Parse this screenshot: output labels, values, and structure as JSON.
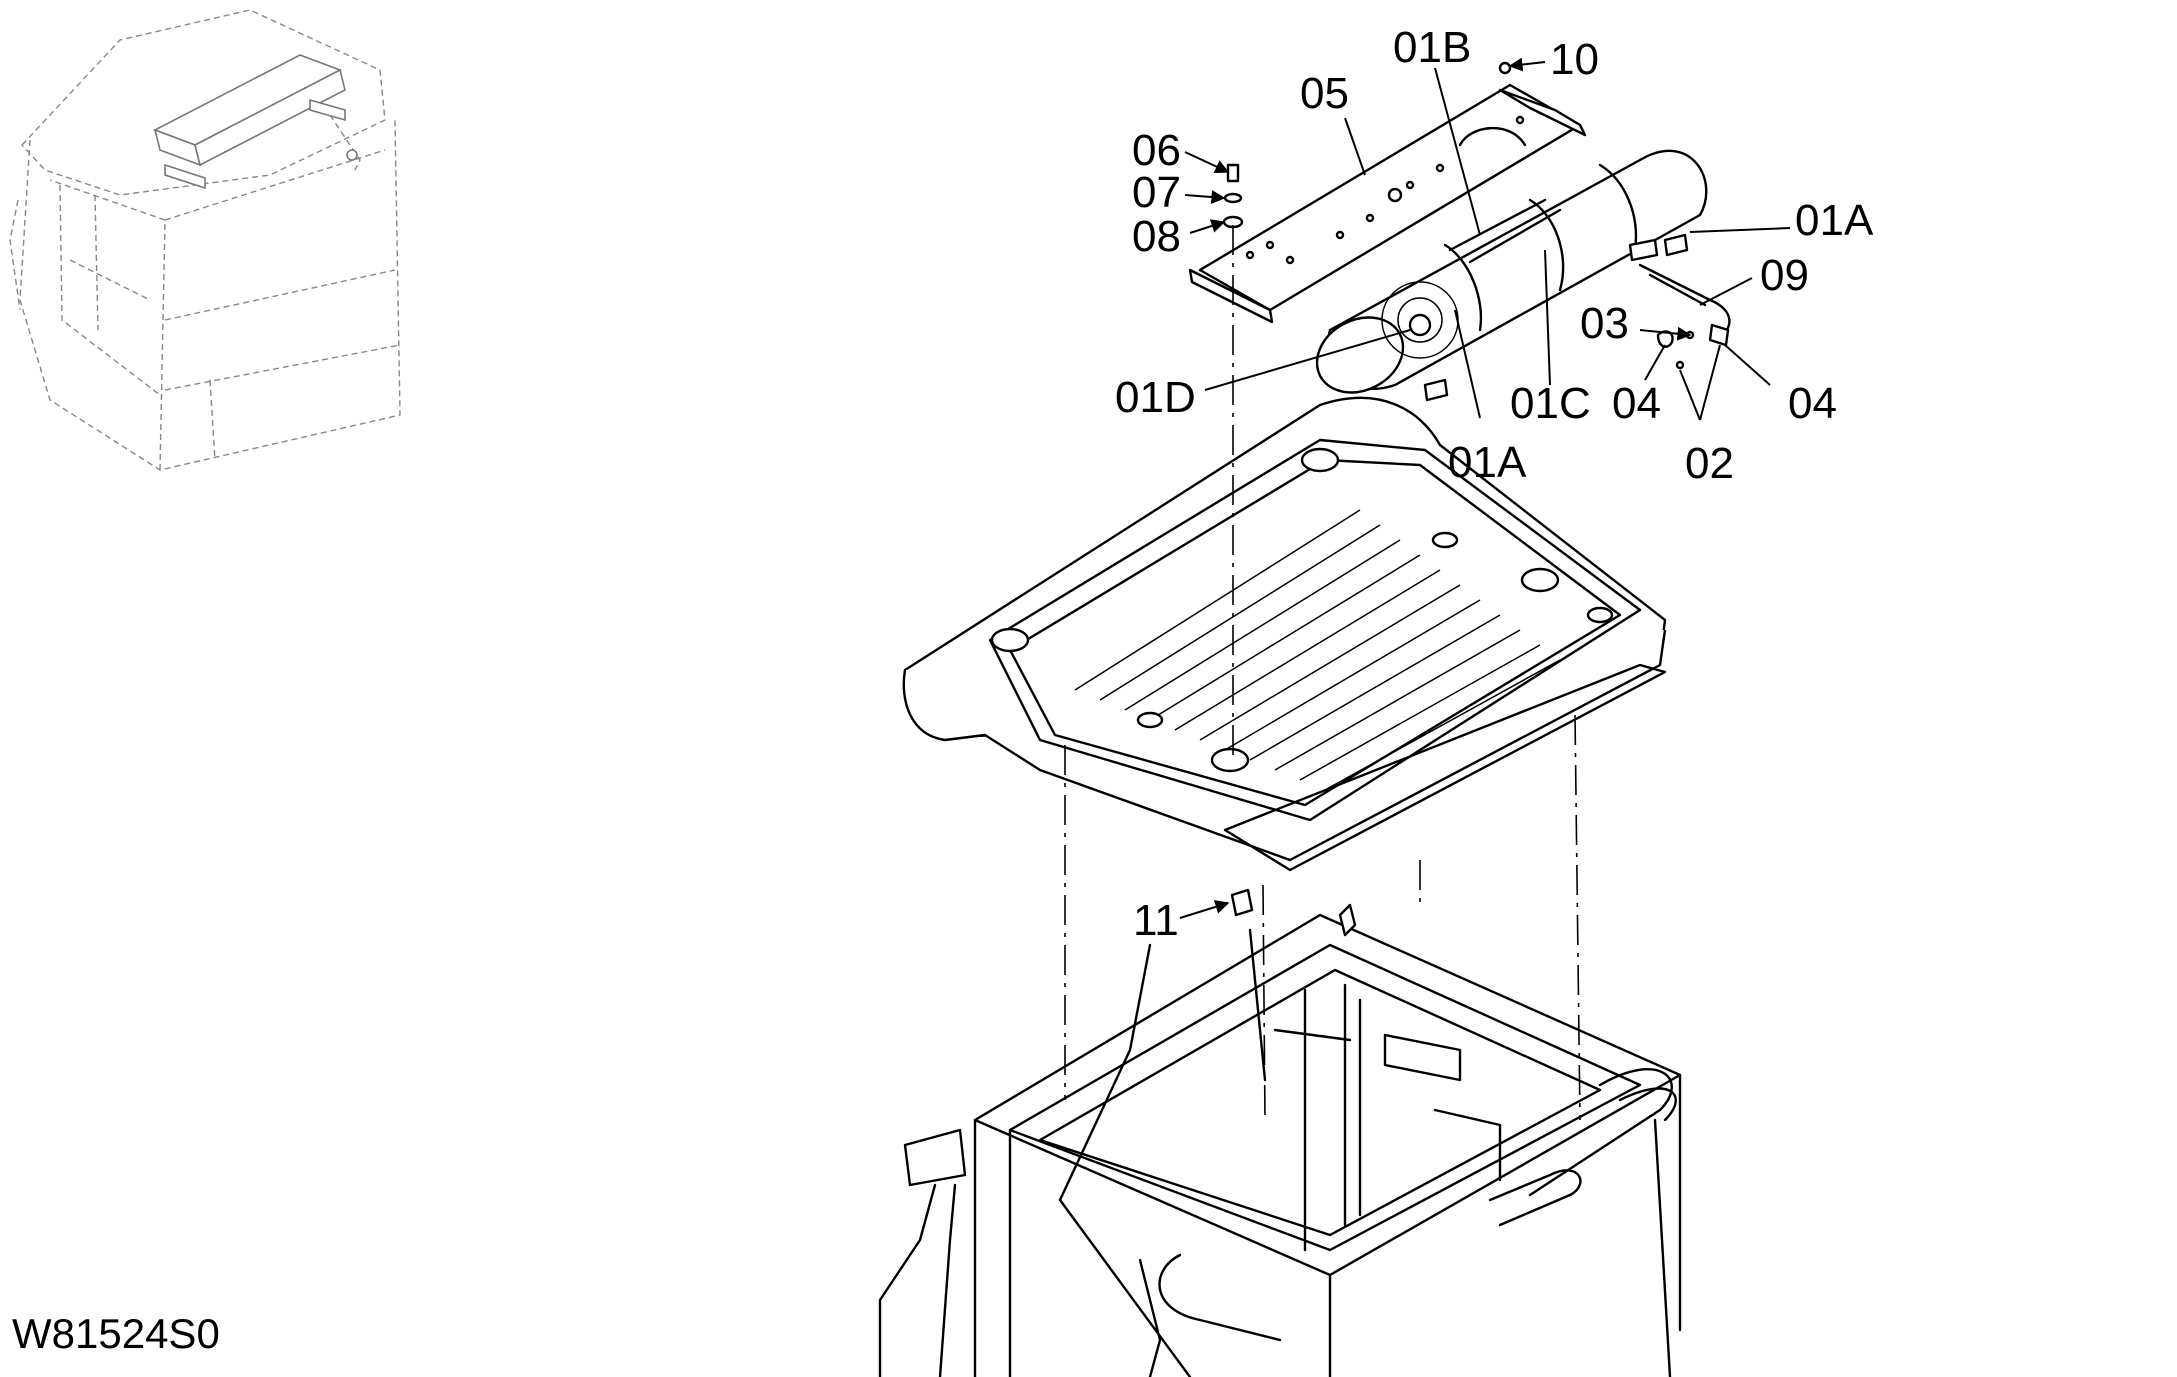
{
  "drawing": {
    "code": "W81524S0"
  },
  "callouts": [
    {
      "id": "01b",
      "text": "01B"
    },
    {
      "id": "10",
      "text": "10"
    },
    {
      "id": "05",
      "text": "05"
    },
    {
      "id": "06",
      "text": "06"
    },
    {
      "id": "07",
      "text": "07"
    },
    {
      "id": "08",
      "text": "08"
    },
    {
      "id": "01a-right",
      "text": "01A"
    },
    {
      "id": "09",
      "text": "09"
    },
    {
      "id": "03",
      "text": "03"
    },
    {
      "id": "01d",
      "text": "01D"
    },
    {
      "id": "01c",
      "text": "01C"
    },
    {
      "id": "04-left",
      "text": "04"
    },
    {
      "id": "04-right",
      "text": "04"
    },
    {
      "id": "01a-bottom",
      "text": "01A"
    },
    {
      "id": "02",
      "text": "02"
    },
    {
      "id": "11",
      "text": "11"
    }
  ]
}
